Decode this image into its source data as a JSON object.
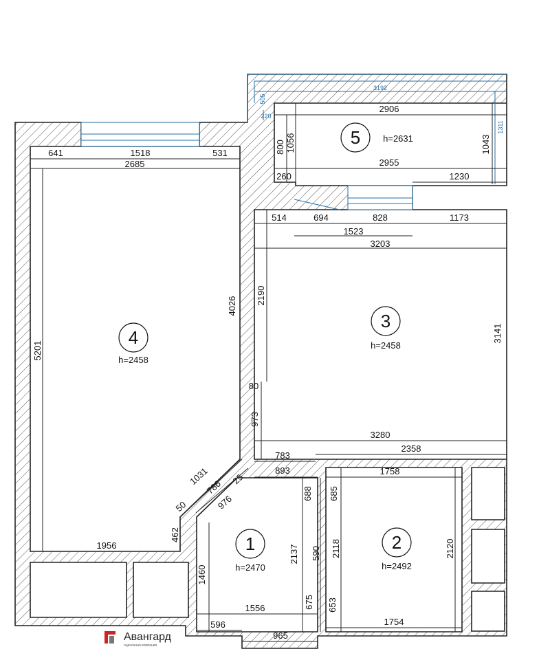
{
  "rooms": [
    {
      "number": "1",
      "height": "h=2470"
    },
    {
      "number": "2",
      "height": "h=2492"
    },
    {
      "number": "3",
      "height": "h=2458"
    },
    {
      "number": "4",
      "height": "h=2458"
    },
    {
      "number": "5",
      "height": "h=2631"
    }
  ],
  "dimensions": {
    "d641": "641",
    "d1518": "1518",
    "d531": "531",
    "d2685": "2685",
    "d5201": "5201",
    "d4026": "4026",
    "d1956": "1956",
    "d462": "462",
    "d1031": "1031",
    "d786": "786",
    "d976": "976",
    "d25": "25",
    "d50": "50",
    "d3192": "3192",
    "d505": "505",
    "d220": "220",
    "d1311": "1311",
    "d2906": "2906",
    "d800": "800",
    "d1056": "1056",
    "d1043": "1043",
    "d2955": "2955",
    "d260": "260",
    "d1230": "1230",
    "d514": "514",
    "d694": "694",
    "d828": "828",
    "d1173": "1173",
    "d1523": "1523",
    "d3203": "3203",
    "d2190": "2190",
    "d3141": "3141",
    "d80": "80",
    "d973": "973",
    "d3280": "3280",
    "d783": "783",
    "d2358": "2358",
    "d893": "893",
    "d688": "688",
    "d685": "685",
    "d1758": "1758",
    "d2137": "2137",
    "d590": "590",
    "d2118": "2118",
    "d2120": "2120",
    "d1460": "1460",
    "d1556": "1556",
    "d675": "675",
    "d653": "653",
    "d596": "596",
    "d965": "965",
    "d1754": "1754"
  },
  "logo": {
    "name": "Авангард",
    "subtitle": "оценочная компания"
  }
}
